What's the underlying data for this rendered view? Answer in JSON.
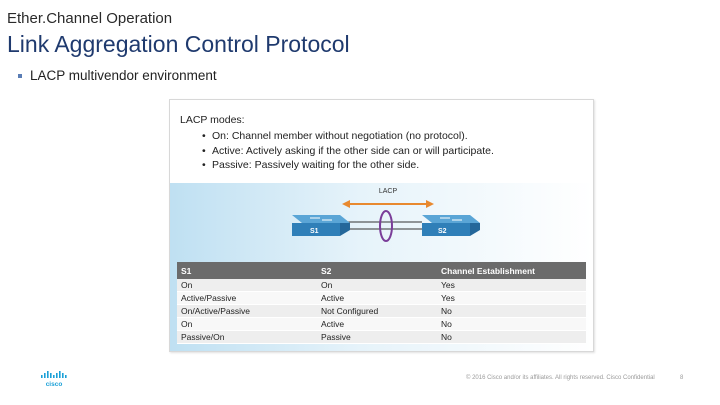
{
  "header": {
    "section": "Ether.Channel Operation",
    "title": "Link Aggregation Control Protocol"
  },
  "bullet": "LACP multivendor environment",
  "figure": {
    "modes_heading": "LACP modes:",
    "modes": [
      "On: Channel member without negotiation (no protocol).",
      "Active: Actively asking if the other side can or will participate.",
      "Passive: Passively waiting for the other side."
    ],
    "diagram": {
      "protocol_label": "LACP",
      "switch1": "S1",
      "switch2": "S2"
    },
    "table": {
      "headers": [
        "S1",
        "S2",
        "Channel Establishment"
      ],
      "rows": [
        [
          "On",
          "On",
          "Yes"
        ],
        [
          "Active/Passive",
          "Active",
          "Yes"
        ],
        [
          "On/Active/Passive",
          "Not Configured",
          "No"
        ],
        [
          "On",
          "Active",
          "No"
        ],
        [
          "Passive/On",
          "Passive",
          "No"
        ]
      ]
    }
  },
  "footer": {
    "copyright": "© 2016 Cisco and/or its affiliates. All rights reserved. Cisco Confidential",
    "page": "8",
    "logo_text": "cisco"
  },
  "colors": {
    "title": "#1f3a6e",
    "switch": "#2f7fb8",
    "arrow": "#e8892f",
    "ellipse": "#7a3d99"
  }
}
